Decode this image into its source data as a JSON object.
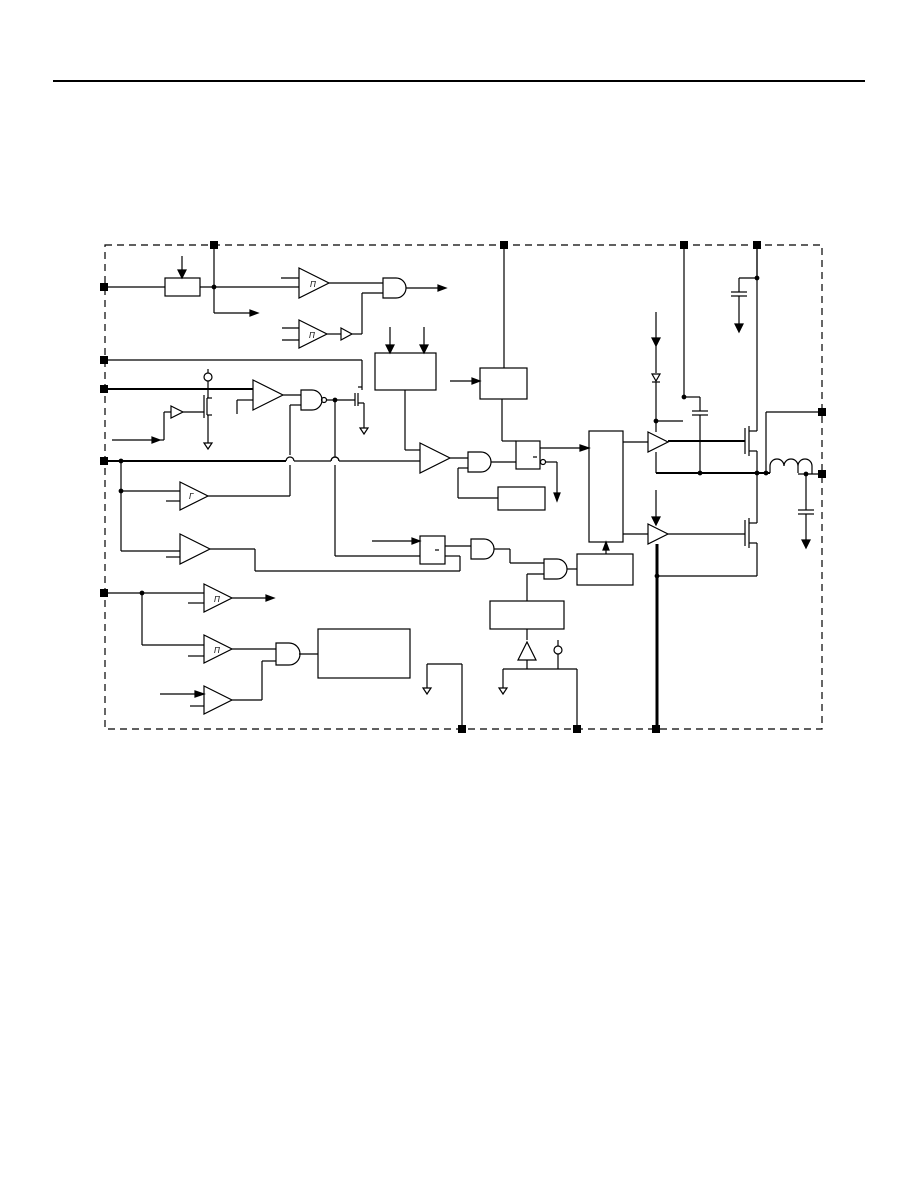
{
  "page": {
    "background": "#ffffff",
    "ink_color": "#000000",
    "header_rule": true
  },
  "diagram": {
    "type": "block-diagram",
    "boundary_style": "dashed",
    "block_labels": [],
    "pin_count": 13,
    "components": [
      "resistor-block",
      "hysteresis-comparator",
      "and-gate",
      "nand-gate",
      "buffer",
      "comparator",
      "nmos-switch",
      "current-source",
      "logic-block",
      "latch",
      "control-block",
      "gate-driver",
      "power-mosfet",
      "capacitor",
      "inductor",
      "diode",
      "ground"
    ]
  }
}
